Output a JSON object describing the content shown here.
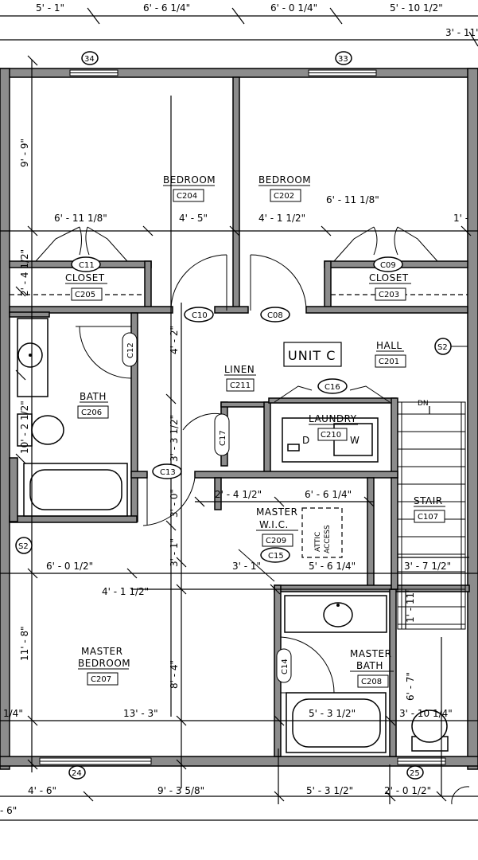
{
  "dims_top": [
    "5' - 1\"",
    "6' - 6 1/4\"",
    "6' - 0 1/4\"",
    "5' - 10 1/2\"",
    "3' - 11\""
  ],
  "dims_bottom": [
    "4' - 6\"",
    "9' - 3 5/8\"",
    "5' - 3 1/2\"",
    "2' - 0 1/2\"",
    "- 6\""
  ],
  "window_tags": [
    "34",
    "33",
    "24",
    "25"
  ],
  "unit_label": "UNIT C",
  "rooms": {
    "bedroom_a": {
      "name": "BEDROOM",
      "code": "C204"
    },
    "bedroom_b": {
      "name": "BEDROOM",
      "code": "C202"
    },
    "closet_a": {
      "name": "CLOSET",
      "code": "C205",
      "door": "C11"
    },
    "closet_b": {
      "name": "CLOSET",
      "code": "C203",
      "door": "C09"
    },
    "hall": {
      "name": "HALL",
      "code": "C201"
    },
    "bath": {
      "name": "BATH",
      "code": "C206"
    },
    "linen": {
      "name": "LINEN",
      "code": "C211"
    },
    "laundry": {
      "name": "LAUNDRY",
      "code": "C210",
      "dryer": "D",
      "washer": "W"
    },
    "stair": {
      "name": "STAIR",
      "code": "C107",
      "dn": "DN"
    },
    "master_wic": {
      "name_1": "MASTER",
      "name_2": "W.I.C.",
      "code": "C209"
    },
    "master_bedroom": {
      "name_1": "MASTER",
      "name_2": "BEDROOM",
      "code": "C207"
    },
    "master_bath": {
      "name_1": "MASTER",
      "name_2": "BATH",
      "code": "C208"
    },
    "attic": {
      "line_1": "ATTIC",
      "line_2": "ACCESS"
    }
  },
  "door_tags": {
    "d10": "C10",
    "d08": "C08",
    "d12": "C12",
    "d16": "C16",
    "d17": "C17",
    "d13": "C13",
    "d15": "C15",
    "d14": "C14"
  },
  "section_tags": {
    "s_right": "S2",
    "s_left": "S2"
  },
  "dims_interior": {
    "bed_height": "9' - 9\"",
    "row1_a": "6' - 11 1/8\"",
    "row1_b": "4' - 5\"",
    "row1_c": "4' - 1 1/2\"",
    "row1_d": "6' - 11 1/8\"",
    "row1_e": "1' -",
    "closet_v": "2' - 4 1/2\"",
    "bath_v": "10' - 2 1/2\"",
    "hall_v": "4' - 2\"",
    "linen_v": "3' - 3 1/2\"",
    "wic_row_a": "2' - 4 1/2\"",
    "wic_row_b": "6' - 6 1/4\"",
    "hall_v2": "3' - 0\"",
    "mb_row_a": "6' - 0 1/2\"",
    "mb_row_b": "3' - 1\"",
    "mb_row_c": "5' - 6 1/4\"",
    "stair_w": "3' - 7 1/2\"",
    "mb_v1": "3' - 1\"",
    "mb_row_d": "4' - 1 1/2\"",
    "stair_v": "1' - 11\"",
    "mb_height": "11' - 8\"",
    "mb_v2": "8' - 4\"",
    "bath_v2": "6' - 7\"",
    "left_edge": "1/4\"",
    "mb_width": "13' - 3\"",
    "tub_w": "5' - 3 1/2\"",
    "wc_w": "3' - 10 1/4\""
  }
}
